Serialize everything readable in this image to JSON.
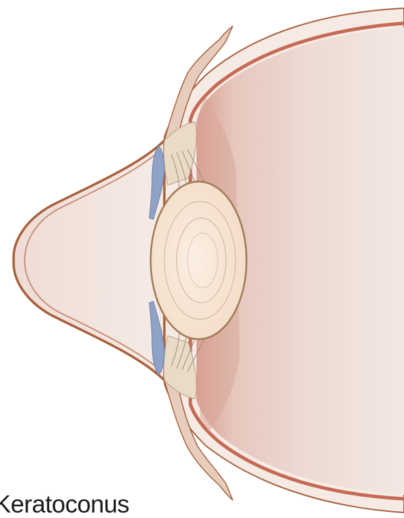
{
  "diagram": {
    "caption": "Keratoconus",
    "structures": [
      "cornea",
      "iris",
      "ciliary-body",
      "lens",
      "sclera",
      "choroid",
      "vitreous-body"
    ],
    "colors": {
      "sclera_outline": "#a8613e",
      "sclera_fill": "#f6ebe4",
      "choroid": "#c56a55",
      "vitreous": "#e8d4cc",
      "vitreous_dark": "#d8a89a",
      "cornea_fill": "#efe2dc",
      "lens_fill": "#f8e6d6",
      "lens_outline": "#a17a55",
      "iris": "#8fa3c9",
      "ciliary": "#eadbc9"
    }
  }
}
